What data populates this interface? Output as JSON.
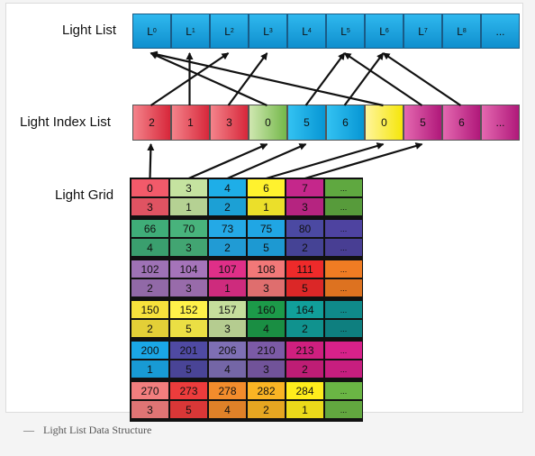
{
  "labels": {
    "light_list": "Light List",
    "light_index_list": "Light Index List",
    "light_grid": "Light Grid"
  },
  "caption": {
    "dash": "—",
    "text": "Light List Data Structure"
  },
  "light_list": {
    "cells": [
      {
        "base": "L",
        "sub": "0"
      },
      {
        "base": "L",
        "sub": "1"
      },
      {
        "base": "L",
        "sub": "2"
      },
      {
        "base": "L",
        "sub": "3"
      },
      {
        "base": "L",
        "sub": "4"
      },
      {
        "base": "L",
        "sub": "5"
      },
      {
        "base": "L",
        "sub": "6"
      },
      {
        "base": "L",
        "sub": "7"
      },
      {
        "base": "L",
        "sub": "8"
      },
      {
        "base": "...",
        "sub": ""
      }
    ]
  },
  "light_index_list": {
    "cells": [
      {
        "value": "2",
        "color_top": "#f4838b",
        "color_bottom": "#d7273a"
      },
      {
        "value": "1",
        "color_top": "#f4838b",
        "color_bottom": "#d7273a"
      },
      {
        "value": "3",
        "color_top": "#f4838b",
        "color_bottom": "#d7273a"
      },
      {
        "value": "0",
        "color_top": "#cfe7b0",
        "color_bottom": "#74b84a"
      },
      {
        "value": "5",
        "color_top": "#33c2f2",
        "color_bottom": "#0796d4"
      },
      {
        "value": "6",
        "color_top": "#33c2f2",
        "color_bottom": "#0796d4"
      },
      {
        "value": "0",
        "color_top": "#fff59c",
        "color_bottom": "#f5e60a"
      },
      {
        "value": "5",
        "color_top": "#e468b0",
        "color_bottom": "#b0187a"
      },
      {
        "value": "6",
        "color_top": "#e468b0",
        "color_bottom": "#b0187a"
      },
      {
        "value": "...",
        "color_top": "#e468b0",
        "color_bottom": "#b0187a"
      }
    ],
    "pointers_to_light_list": [
      {
        "from": 0,
        "to": 2
      },
      {
        "from": 1,
        "to": 1
      },
      {
        "from": 2,
        "to": 3
      },
      {
        "from": 3,
        "to": 0
      },
      {
        "from": 4,
        "to": 5
      },
      {
        "from": 5,
        "to": 6
      },
      {
        "from": 6,
        "to": 0
      },
      {
        "from": 7,
        "to": 5
      },
      {
        "from": 8,
        "to": 6
      }
    ]
  },
  "light_grid": {
    "more_marker": "...",
    "rows": [
      {
        "offsets": [
          "0",
          "3",
          "4",
          "6",
          "7"
        ],
        "counts": [
          "3",
          "1",
          "2",
          "1",
          "3"
        ],
        "colors": [
          "#f25a6a",
          "#c5e3a0",
          "#1eaee8",
          "#fff22e",
          "#c5278b",
          "#5fa840"
        ]
      },
      {
        "offsets": [
          "66",
          "70",
          "73",
          "75",
          "80"
        ],
        "counts": [
          "4",
          "3",
          "2",
          "5",
          "2"
        ],
        "colors": [
          "#3fad78",
          "#48b37c",
          "#24a9e6",
          "#20a6e4",
          "#4b49a2",
          "#4e43a0"
        ]
      },
      {
        "offsets": [
          "102",
          "104",
          "107",
          "108",
          "111"
        ],
        "counts": [
          "2",
          "3",
          "1",
          "3",
          "5"
        ],
        "colors": [
          "#9e72b5",
          "#a574b9",
          "#e02f88",
          "#f27878",
          "#ee2a2a",
          "#f07c23"
        ]
      },
      {
        "offsets": [
          "150",
          "152",
          "157",
          "160",
          "164"
        ],
        "counts": [
          "2",
          "5",
          "3",
          "4",
          "2"
        ],
        "colors": [
          "#f7e13c",
          "#fff24a",
          "#c5de9c",
          "#1c9a49",
          "#119f9a",
          "#0f8a8a"
        ]
      },
      {
        "offsets": [
          "200",
          "201",
          "206",
          "210",
          "213"
        ],
        "counts": [
          "1",
          "5",
          "4",
          "3",
          "2"
        ],
        "colors": [
          "#1aa7e6",
          "#4f4aa3",
          "#7e6fb4",
          "#7b5aa6",
          "#cf1f7f",
          "#d8218a"
        ]
      },
      {
        "offsets": [
          "270",
          "273",
          "278",
          "282",
          "284"
        ],
        "counts": [
          "3",
          "5",
          "4",
          "2",
          "1"
        ],
        "colors": [
          "#f27e7e",
          "#ec3c3c",
          "#f28c2c",
          "#fab424",
          "#ffec1c",
          "#6ab544"
        ]
      }
    ],
    "pointers_to_index_list": [
      {
        "from_col": 0,
        "to": 0
      },
      {
        "from_col": 1,
        "to": 3
      },
      {
        "from_col": 2,
        "to": 4
      },
      {
        "from_col": 3,
        "to": 6
      },
      {
        "from_col": 4,
        "to": 7
      }
    ]
  }
}
